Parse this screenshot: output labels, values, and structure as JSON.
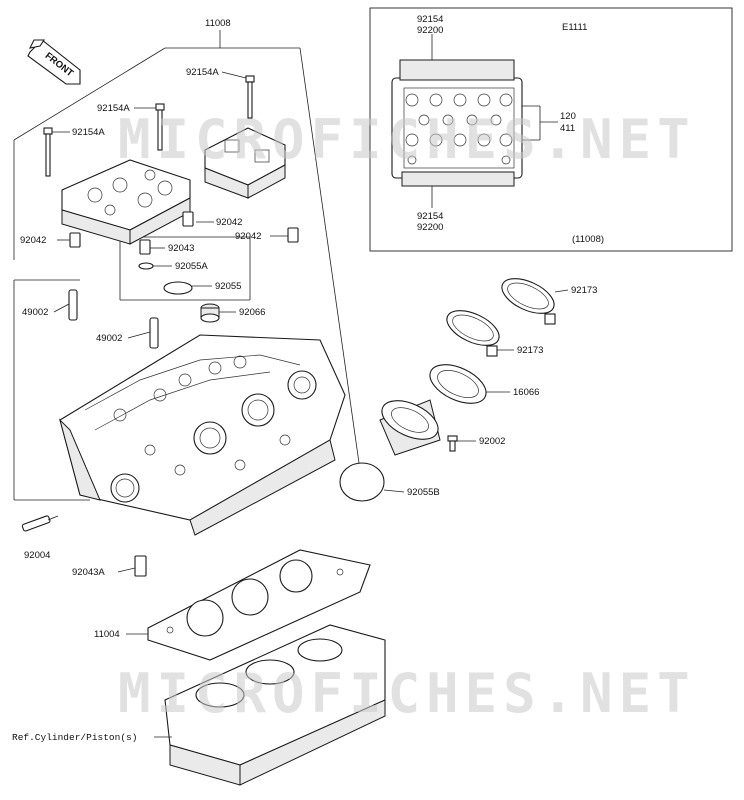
{
  "watermark": "MICROFICHES.NET",
  "front_badge": "FRONT",
  "inset": {
    "code": "E1111",
    "ref": "(11008)",
    "top_label_1": "92154",
    "top_label_2": "92200",
    "bottom_label_1": "92154",
    "bottom_label_2": "92200",
    "side_label_1": "120",
    "side_label_2": "411"
  },
  "callouts": {
    "c11008": "11008",
    "c92154a_top": "92154A",
    "c92154a_mid": "92154A",
    "c92154a_left": "92154A",
    "c92042_mid": "92042",
    "c92042_left": "92042",
    "c92042_right": "92042",
    "c92043": "92043",
    "c92055a": "92055A",
    "c92055": "92055",
    "c92066": "92066",
    "c49002_a": "49002",
    "c49002_b": "49002",
    "c92173_a": "92173",
    "c92173_b": "92173",
    "c16066": "16066",
    "c92002": "92002",
    "c92055b": "92055B",
    "c92004": "92004",
    "c92043a": "92043A",
    "c11004": "11004",
    "ref_cylinder": "Ref.Cylinder/Piston(s)"
  },
  "colors": {
    "ink": "#1a1a1a",
    "watermark": "#c9c9c9",
    "background": "#ffffff"
  }
}
